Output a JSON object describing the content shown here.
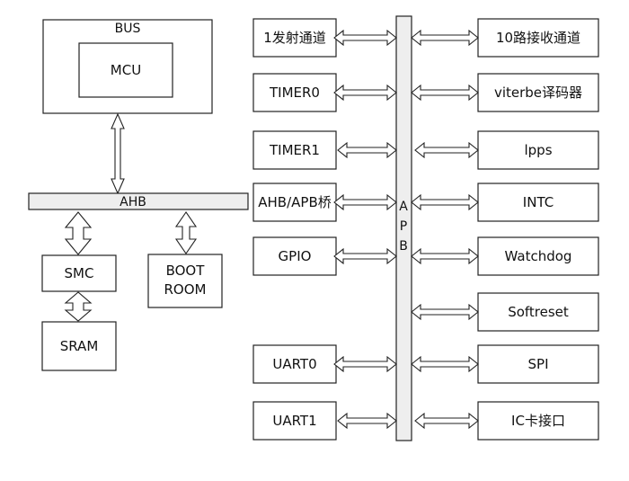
{
  "left": {
    "bus_label": "BUS",
    "mcu_label": "MCU",
    "ahb_label": "AHB",
    "smc_label": "SMC",
    "sram_label": "SRAM",
    "boot_line1": "BOOT",
    "boot_line2": "ROOM"
  },
  "apb": {
    "letters": [
      "A",
      "P",
      "B"
    ]
  },
  "left_modules": [
    {
      "id": "tx",
      "label": "1发射通道"
    },
    {
      "id": "timer0",
      "label": "TIMER0"
    },
    {
      "id": "timer1",
      "label": "TIMER1"
    },
    {
      "id": "bridge",
      "label": "AHB/APB桥"
    },
    {
      "id": "gpio",
      "label": "GPIO"
    },
    {
      "id": "uart0",
      "label": "UART0"
    },
    {
      "id": "uart1",
      "label": "UART1"
    }
  ],
  "right_modules": [
    {
      "id": "rx",
      "label": "10路接收通道"
    },
    {
      "id": "viterbi",
      "label": "viterbe译码器"
    },
    {
      "id": "ipps",
      "label": "lpps"
    },
    {
      "id": "intc",
      "label": "INTC"
    },
    {
      "id": "watchdog",
      "label": "Watchdog"
    },
    {
      "id": "softreset",
      "label": "Softreset"
    },
    {
      "id": "spi",
      "label": "SPI"
    },
    {
      "id": "iccard",
      "label": "IC卡接口"
    }
  ]
}
